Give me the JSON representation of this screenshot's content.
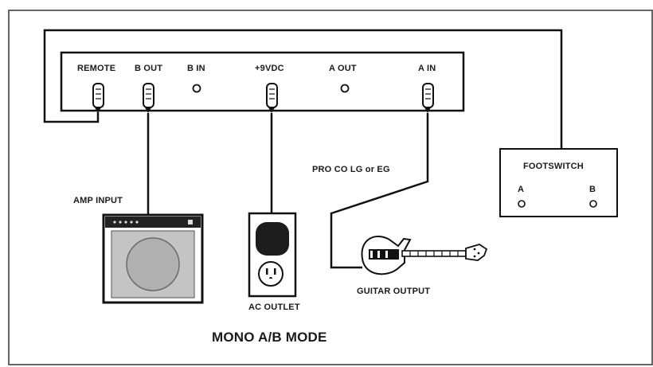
{
  "unit": {
    "jacks": [
      {
        "id": "remote",
        "label": "REMOTE"
      },
      {
        "id": "b_out",
        "label": "B OUT"
      },
      {
        "id": "b_in",
        "label": "B IN"
      },
      {
        "id": "power",
        "label": "+9VDC"
      },
      {
        "id": "a_out",
        "label": "A OUT"
      },
      {
        "id": "a_in",
        "label": "A IN"
      }
    ]
  },
  "footswitch": {
    "title": "FOOTSWITCH",
    "button_a": "A",
    "button_b": "B"
  },
  "labels": {
    "cable_note": "PRO CO LG or EG",
    "amp_input": "AMP INPUT",
    "ac_outlet": "AC OUTLET",
    "guitar_output": "GUITAR OUTPUT"
  },
  "title": "MONO A/B MODE"
}
